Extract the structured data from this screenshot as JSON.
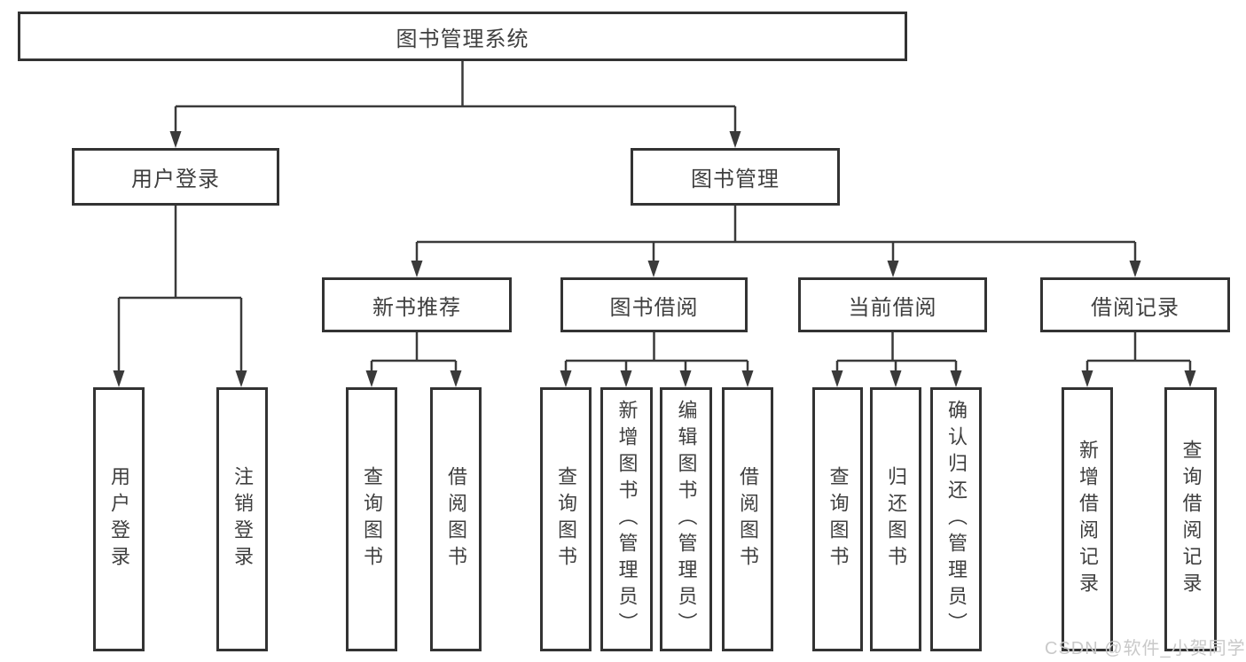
{
  "diagram": {
    "root": {
      "label": "图书管理系统"
    },
    "children": [
      {
        "label": "用户登录",
        "children": [
          {
            "label": "用户登录"
          },
          {
            "label": "注销登录"
          }
        ]
      },
      {
        "label": "图书管理",
        "children": [
          {
            "label": "新书推荐",
            "children": [
              {
                "label": "查询图书"
              },
              {
                "label": "借阅图书"
              }
            ]
          },
          {
            "label": "图书借阅",
            "children": [
              {
                "label": "查询图书"
              },
              {
                "label": "新增图书（管理员）"
              },
              {
                "label": "编辑图书（管理员）"
              },
              {
                "label": "借阅图书"
              }
            ]
          },
          {
            "label": "当前借阅",
            "children": [
              {
                "label": "查询图书"
              },
              {
                "label": "归还图书"
              },
              {
                "label": "确认归还（管理员）"
              }
            ]
          },
          {
            "label": "借阅记录",
            "children": [
              {
                "label": "新增借阅记录"
              },
              {
                "label": "查询借阅记录"
              }
            ]
          }
        ]
      }
    ]
  },
  "watermark": "CSDN @软件_小贺同学",
  "colors": {
    "line": "#3a3a3a",
    "border": "#333333",
    "text": "#3f3f3f",
    "watermark": "#c9c9c9",
    "background": "#ffffff"
  }
}
